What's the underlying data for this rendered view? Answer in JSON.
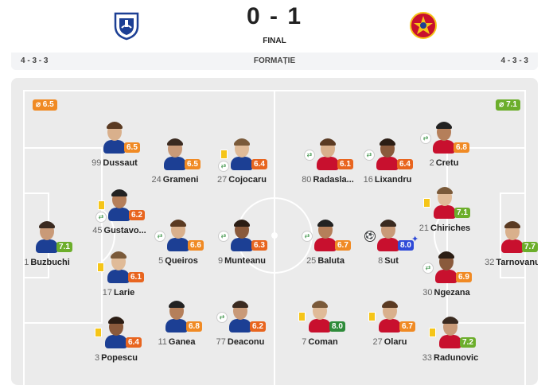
{
  "match": {
    "score": "0 - 1",
    "status": "FINAL",
    "home_crest": "farul-constanta-crest",
    "away_crest": "fcsb-crest"
  },
  "formation_bar": {
    "home_formation": "4 - 3 - 3",
    "label": "FORMAȚIE",
    "away_formation": "4 - 3 - 3"
  },
  "team_ratings": {
    "home": "⌀ 6.5",
    "away": "⌀ 7.1"
  },
  "colors": {
    "rating_orange": "#f08a24",
    "rating_dark_orange": "#e8651f",
    "rating_green": "#6cae2b",
    "rating_dark_green": "#2e8b3a",
    "rating_blue": "#2f4ad8",
    "pitch": "#ebebeb"
  },
  "players": [
    {
      "id": "buzbuchi",
      "number": "1",
      "name": "Buzbuchi",
      "rating": "7.1",
      "color": "green",
      "icons": []
    },
    {
      "id": "dussaut",
      "number": "99",
      "name": "Dussaut",
      "rating": "6.5",
      "color": "orange",
      "icons": []
    },
    {
      "id": "gustavo",
      "number": "45",
      "name": "Gustavo...",
      "rating": "6.2",
      "color": "dorange",
      "icons": [
        "card",
        "sub"
      ]
    },
    {
      "id": "larie",
      "number": "17",
      "name": "Larie",
      "rating": "6.1",
      "color": "dorange",
      "icons": [
        "card"
      ]
    },
    {
      "id": "popescu",
      "number": "3",
      "name": "Popescu",
      "rating": "6.4",
      "color": "dorange",
      "icons": [
        "card"
      ]
    },
    {
      "id": "grameni",
      "number": "24",
      "name": "Grameni",
      "rating": "6.5",
      "color": "orange",
      "icons": []
    },
    {
      "id": "queiros",
      "number": "5",
      "name": "Queiros",
      "rating": "6.6",
      "color": "orange",
      "icons": [
        "sub"
      ]
    },
    {
      "id": "ganea",
      "number": "11",
      "name": "Ganea",
      "rating": "6.8",
      "color": "orange",
      "icons": []
    },
    {
      "id": "cojocaru",
      "number": "27",
      "name": "Cojocaru",
      "rating": "6.4",
      "color": "dorange",
      "icons": [
        "card",
        "sub"
      ]
    },
    {
      "id": "munteanu",
      "number": "9",
      "name": "Munteanu",
      "rating": "6.3",
      "color": "dorange",
      "icons": [
        "sub"
      ]
    },
    {
      "id": "deaconu",
      "number": "77",
      "name": "Deaconu",
      "rating": "6.2",
      "color": "dorange",
      "icons": [
        "sub"
      ]
    },
    {
      "id": "radaslavescu",
      "number": "80",
      "name": "Radasla...",
      "rating": "6.1",
      "color": "dorange",
      "icons": [
        "sub"
      ]
    },
    {
      "id": "baluta",
      "number": "25",
      "name": "Baluta",
      "rating": "6.7",
      "color": "orange",
      "icons": [
        "sub"
      ]
    },
    {
      "id": "coman",
      "number": "7",
      "name": "Coman",
      "rating": "8.0",
      "color": "dgreen",
      "icons": [
        "card"
      ]
    },
    {
      "id": "lixandru",
      "number": "16",
      "name": "Lixandru",
      "rating": "6.4",
      "color": "dorange",
      "icons": [
        "sub"
      ]
    },
    {
      "id": "sut",
      "number": "8",
      "name": "Sut",
      "rating": "8.0",
      "color": "blue",
      "icons": [
        "ball"
      ],
      "star": "✦"
    },
    {
      "id": "olaru",
      "number": "27",
      "name": "Olaru",
      "rating": "6.7",
      "color": "orange",
      "icons": [
        "card"
      ]
    },
    {
      "id": "cretu",
      "number": "2",
      "name": "Cretu",
      "rating": "6.8",
      "color": "orange",
      "icons": [
        "sub"
      ]
    },
    {
      "id": "chiriches",
      "number": "21",
      "name": "Chiriches",
      "rating": "7.1",
      "color": "green",
      "icons": [
        "card"
      ]
    },
    {
      "id": "ngezana",
      "number": "30",
      "name": "Ngezana",
      "rating": "6.9",
      "color": "orange",
      "icons": [
        "sub"
      ]
    },
    {
      "id": "radunovic",
      "number": "33",
      "name": "Radunovic",
      "rating": "7.2",
      "color": "green",
      "icons": [
        "card"
      ]
    },
    {
      "id": "tarnovanu",
      "number": "32",
      "name": "Tarnovanu",
      "rating": "7.7",
      "color": "green",
      "icons": []
    }
  ]
}
